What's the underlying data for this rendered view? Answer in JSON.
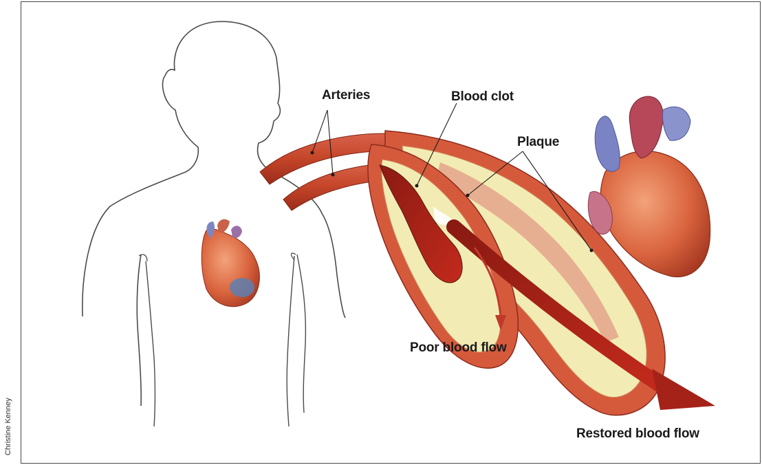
{
  "labels": {
    "arteries": "Arteries",
    "blood_clot": "Blood clot",
    "plaque": "Plaque",
    "poor_flow": "Poor blood flow",
    "restored_flow": "Restored blood flow"
  },
  "credit": "Christine Kenney",
  "colors": {
    "artery": "#c84a30",
    "artery_dark": "#8e2a1c",
    "plaque": "#f2ecb4",
    "clot": "#6e2416",
    "flow_arrow": "#a52218",
    "outline": "#333333"
  }
}
